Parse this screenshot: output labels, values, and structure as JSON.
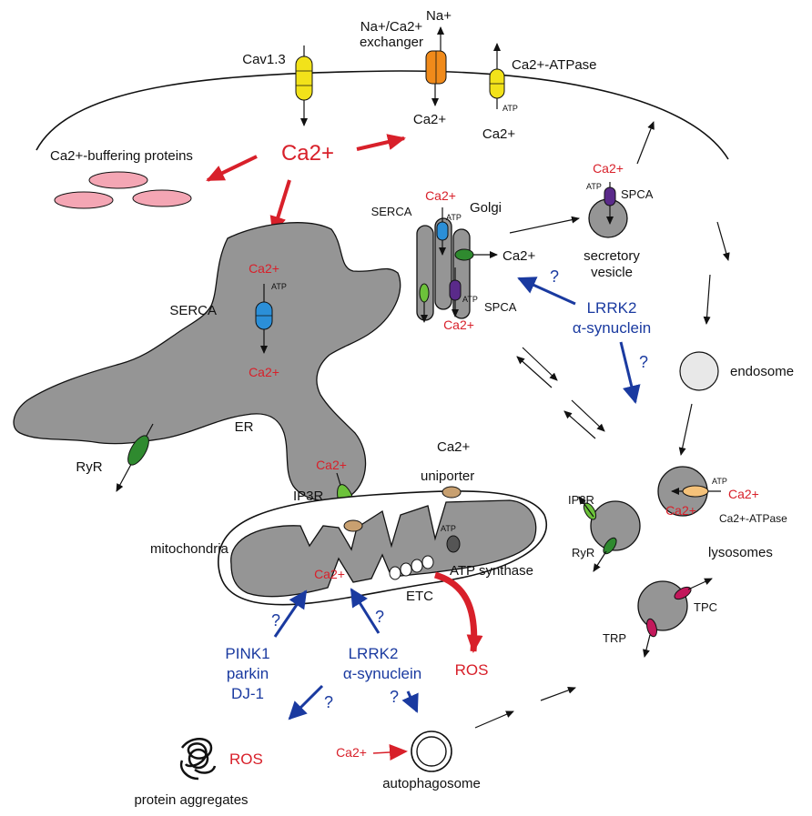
{
  "diagram": {
    "labels": {
      "cav13": "Cav1.3",
      "ncx_line1": "Na+/Ca2+",
      "ncx_line2": "exchanger",
      "na_top": "Na+",
      "ca_pmca_title": "Ca2+-ATPase",
      "ca_ncx_below": "Ca2+",
      "atp_pmca": "ATP",
      "ca_pmca_below": "Ca2+",
      "buffer": "Ca2+-buffering proteins",
      "ca_center": "Ca2+",
      "golgi": "Golgi",
      "serca_golgi": "SERCA",
      "atp_golgi_serca": "ATP",
      "ca_golgi_top": "Ca2+",
      "ca_golgi_side": "Ca2+",
      "atp_golgi_spca": "ATP",
      "spca_golgi": "SPCA",
      "ca_golgi_bottom": "Ca2+",
      "ca_vesicle": "Ca2+",
      "atp_vesicle": "ATP",
      "spca_vesicle": "SPCA",
      "secretory_vesicle_l1": "secretory",
      "secretory_vesicle_l2": "vesicle",
      "lrrk2_top": "LRRK2",
      "asyn_top": "α-synuclein",
      "q1": "?",
      "q2": "?",
      "endosome": "endosome",
      "serca_er": "SERCA",
      "atp_er": "ATP",
      "ca_er_top": "Ca2+",
      "ca_er_in": "Ca2+",
      "er": "ER",
      "ryr_er": "RyR",
      "ca_ip3r": "Ca2+",
      "ip3r_er": "IP3R",
      "uniporter_l1": "Ca2+",
      "uniporter_l2": "uniporter",
      "mitochondria": "mitochondria",
      "atp_mito": "ATP",
      "ca_mito": "Ca2+",
      "atp_synthase": "ATP synthase",
      "etc": "ETC",
      "ip3r_lys": "IP3R",
      "ryr_lys": "RyR",
      "atp_lys": "ATP",
      "ca_lys_out": "Ca2+",
      "ca_lys_in": "Ca2+",
      "ca_atpase_lys": "Ca2+-ATPase",
      "lysosomes": "lysosomes",
      "tpc": "TPC",
      "trp": "TRP",
      "q3": "?",
      "q4": "?",
      "pink1": "PINK1",
      "parkin": "parkin",
      "dj1": "DJ-1",
      "lrrk2_bottom": "LRRK2",
      "asyn_bottom": "α-synuclein",
      "ros_mito": "ROS",
      "q5": "?",
      "q6": "?",
      "ros_agg": "ROS",
      "protein_aggregates": "protein aggregates",
      "ca_autophagy": "Ca2+",
      "autophagosome": "autophagosome"
    },
    "colors": {
      "organelle_gray": "#959595",
      "membrane": "#111111",
      "calcium_red": "#d8202a",
      "pd_blue": "#1a3aa0",
      "cav_yellow": "#f2e21a",
      "ncx_orange": "#f08a1a",
      "serca_blue": "#2b8fd8",
      "ryr_green": "#2f8a2f",
      "ip3r_green": "#6cc23a",
      "spca_purple": "#5a2a8a",
      "uniporter_tan": "#c8a070",
      "tpc_magenta": "#c2185b",
      "buffer_pink": "#f4a6b4",
      "lys_atpase": "#f5c27a"
    }
  }
}
